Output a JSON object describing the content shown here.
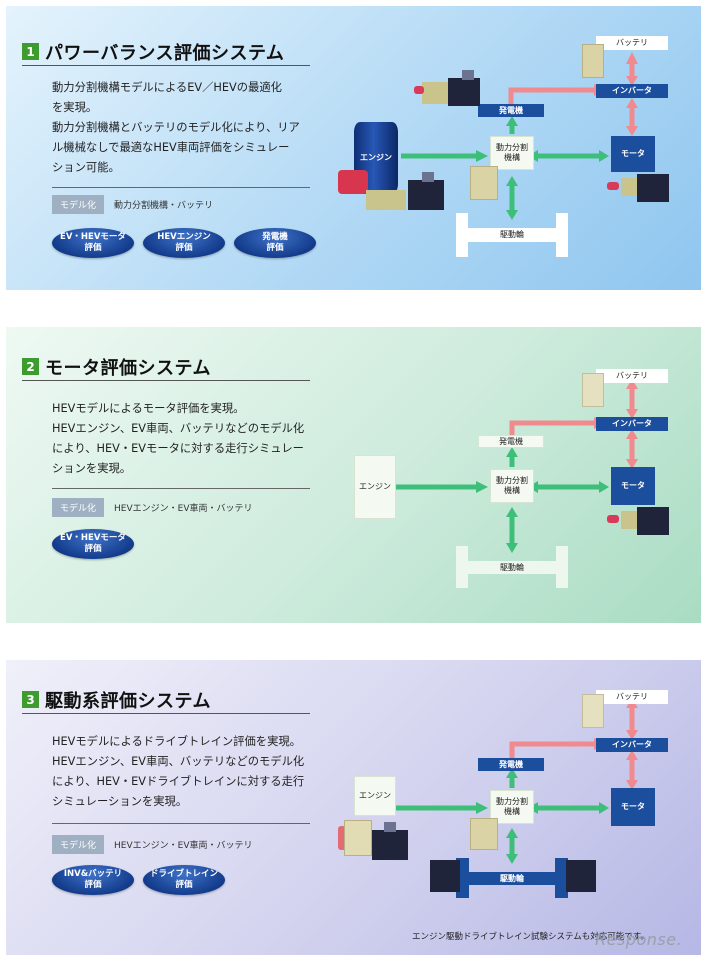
{
  "panels": [
    {
      "num": "1",
      "title": "パワーバランス評価システム",
      "desc": [
        "動力分割機構モデルによるEV／HEVの最適化",
        "を実現。",
        "動力分割機構とバッテリのモデル化により、リア",
        "ル機械なしで最適なHEV車両評価をシミュレー",
        "ション可能。"
      ],
      "model_tag": "モデル化",
      "model_text": "動力分割機構・バッテリ",
      "pills": [
        "EV・HEVモータ\n評価",
        "HEVエンジン\n評価",
        "発電機\n評価"
      ],
      "diagram": {
        "battery": "バッテリ",
        "inverter": "インバータ",
        "generator": "発電機",
        "engine": "エンジン",
        "split": "動力分割\n機構",
        "motor": "モータ",
        "wheels": "駆動輪"
      }
    },
    {
      "num": "2",
      "title": "モータ評価システム",
      "desc": [
        "HEVモデルによるモータ評価を実現。",
        "HEVエンジン、EV車両、バッテリなどのモデル化",
        "により、HEV・EVモータに対する走行シミュレー",
        "ションを実現。"
      ],
      "model_tag": "モデル化",
      "model_text": "HEVエンジン・EV車両・バッテリ",
      "pills": [
        "EV・HEVモータ\n評価"
      ],
      "diagram": {
        "battery": "バッテリ",
        "inverter": "インバータ",
        "generator": "発電機",
        "engine": "エンジン",
        "split": "動力分割\n機構",
        "motor": "モータ",
        "wheels": "駆動輪"
      }
    },
    {
      "num": "3",
      "title": "駆動系評価システム",
      "desc": [
        "HEVモデルによるドライブトレイン評価を実現。",
        "HEVエンジン、EV車両、バッテリなどのモデル化",
        "により、HEV・EVドライブトレインに対する走行",
        "シミュレーションを実現。"
      ],
      "model_tag": "モデル化",
      "model_text": "HEVエンジン・EV車両・バッテリ",
      "pills": [
        "INV&バッテリ\n評価",
        "ドライブトレイン\n評価"
      ],
      "diagram": {
        "battery": "バッテリ",
        "inverter": "インバータ",
        "generator": "発電機",
        "engine": "エンジン",
        "split": "動力分割\n機構",
        "motor": "モータ",
        "wheels": "駆動輪"
      }
    }
  ],
  "footer_note": "エンジン駆動ドライブトレイン試験システムも対応可能です。",
  "logo": "Response.",
  "colors": {
    "arrow_green": "#3dbf7a",
    "arrow_red": "#f08a8f",
    "box_dark": "#1c4e9e",
    "badge_green": "#3d9b2f"
  }
}
